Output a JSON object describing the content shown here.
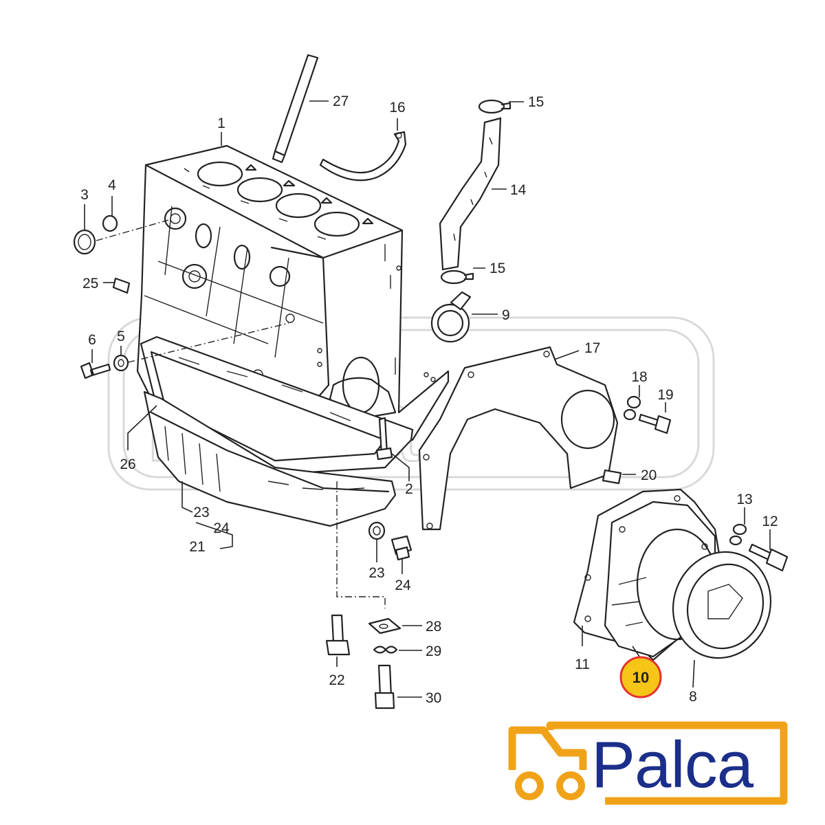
{
  "labels": {
    "l1": "1",
    "l2": "2",
    "l3": "3",
    "l4": "4",
    "l5": "5",
    "l6": "6",
    "l8": "8",
    "l9": "9",
    "l10": "10",
    "l11": "11",
    "l12": "12",
    "l13": "13",
    "l14": "14",
    "l15a": "15",
    "l15b": "15",
    "l16": "16",
    "l17": "17",
    "l18": "18",
    "l19": "19",
    "l20": "20",
    "l21": "21",
    "l22": "22",
    "l23a": "23",
    "l23b": "23",
    "l24a": "24",
    "l24b": "24",
    "l25": "25",
    "l26": "26",
    "l27": "27",
    "l28": "28",
    "l29": "29",
    "l30": "30"
  },
  "highlight": {
    "part": "10",
    "fill": "#f5c518",
    "ring": "#e6322c"
  },
  "brand": {
    "name": "Palca",
    "word_color": "#1b2f8a",
    "icon_color": "#f0a318",
    "icon": "truck-icon"
  }
}
